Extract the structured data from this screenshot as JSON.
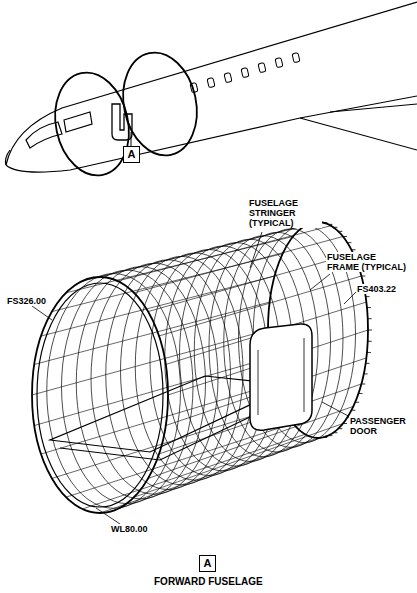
{
  "diagram": {
    "caption": "FORWARD FUSELAGE",
    "nodes": [
      {
        "text": [
          "A"
        ]
      },
      {
        "text": [
          "A"
        ]
      }
    ],
    "labels": [
      "FUSELAGE STRINGER (TYPICAL)",
      "FUSELAGE FRAME (TYPICAL)",
      "FS326.00",
      "FS403.22",
      "PASSENGER DOOR",
      "WL80.00"
    ]
  }
}
